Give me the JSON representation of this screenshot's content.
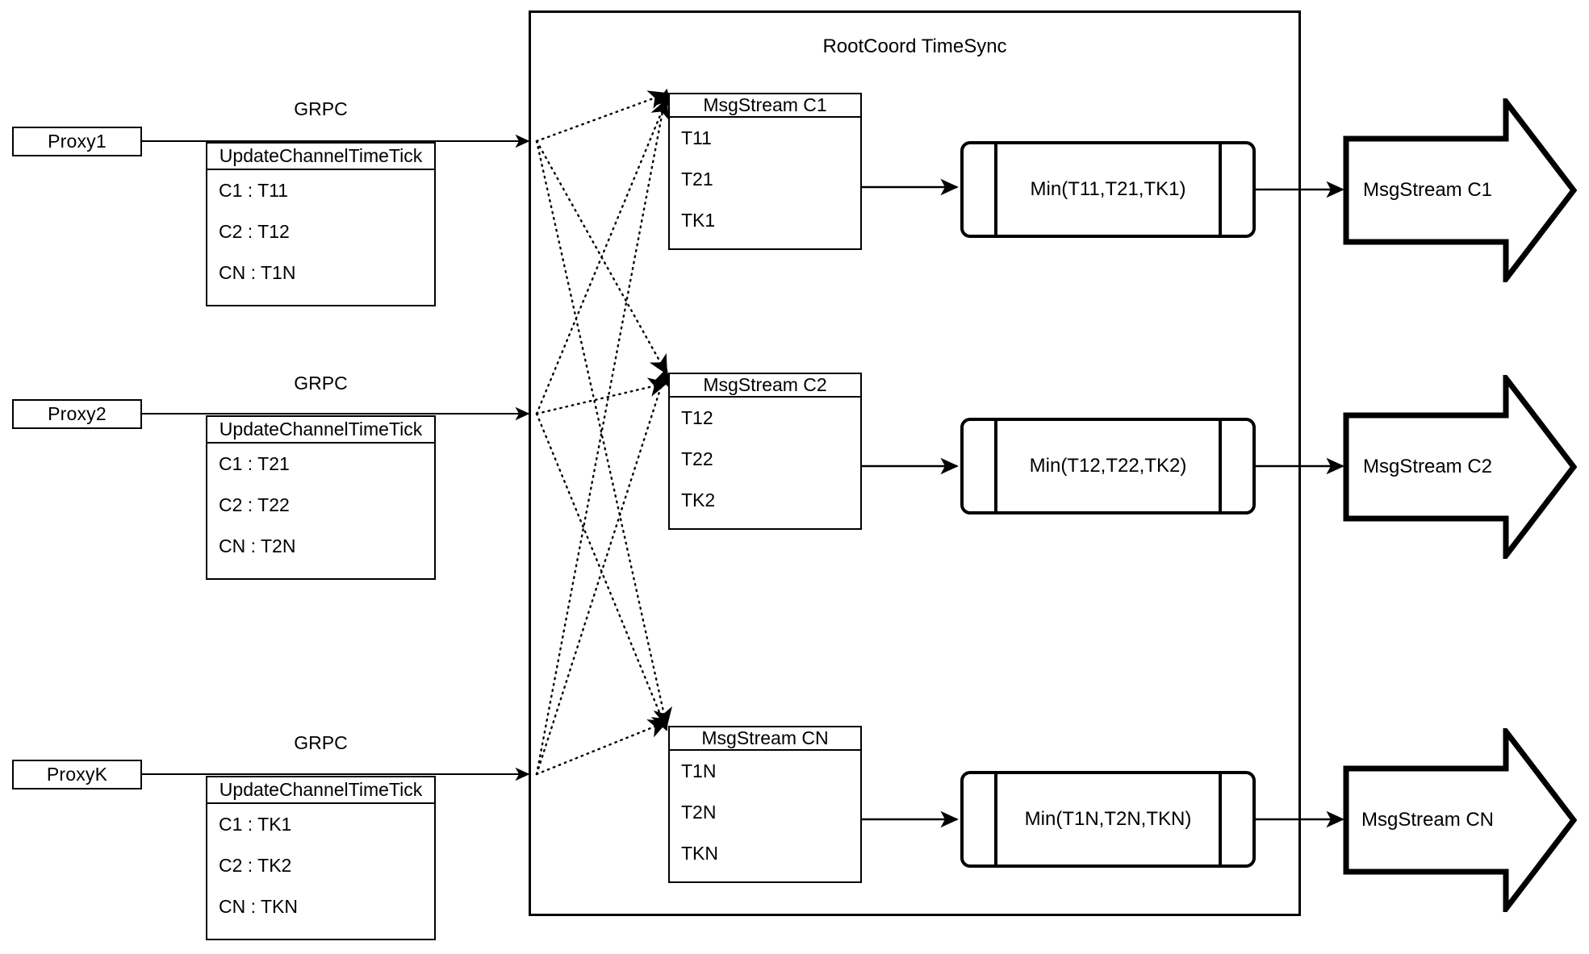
{
  "diagram": {
    "title": "RootCoord TimeSync",
    "container_label": "RootCoord TimeSync"
  },
  "proxies": [
    {
      "name": "Proxy1",
      "link_label": "GRPC",
      "tick": {
        "title": "UpdateChannelTimeTick",
        "rows": [
          "C1 :  T11",
          "C2 :  T12",
          "CN : T1N"
        ]
      }
    },
    {
      "name": "Proxy2",
      "link_label": "GRPC",
      "tick": {
        "title": "UpdateChannelTimeTick",
        "rows": [
          "C1 :  T21",
          "C2 :  T22",
          "CN : T2N"
        ]
      }
    },
    {
      "name": "ProxyK",
      "link_label": "GRPC",
      "tick": {
        "title": "UpdateChannelTimeTick",
        "rows": [
          "C1 :  TK1",
          "C2 :  TK2",
          "CN : TKN"
        ]
      }
    }
  ],
  "channels": [
    {
      "stream": {
        "title": "MsgStream C1",
        "rows": [
          "T11",
          "T21",
          "TK1"
        ]
      },
      "min": "Min(T11,T21,TK1)",
      "output": "MsgStream C1"
    },
    {
      "stream": {
        "title": "MsgStream C2",
        "rows": [
          "T12",
          "T22",
          "TK2"
        ]
      },
      "min": "Min(T12,T22,TK2)",
      "output": "MsgStream C2"
    },
    {
      "stream": {
        "title": "MsgStream CN",
        "rows": [
          "T1N",
          "T2N",
          "TKN"
        ]
      },
      "min": "Min(T1N,T2N,TKN)",
      "output": "MsgStream CN"
    }
  ],
  "colors": {
    "stroke": "#000000",
    "background": "#ffffff"
  }
}
